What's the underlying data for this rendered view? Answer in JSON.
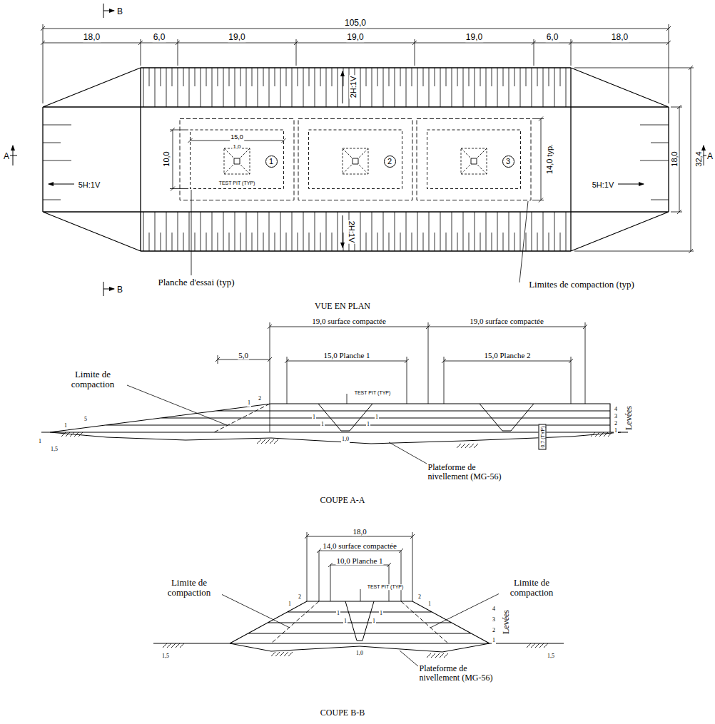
{
  "diagram": {
    "nodes": [
      {
        "text": [
          "1"
        ]
      },
      {
        "text": [
          "2"
        ]
      },
      {
        "text": [
          "3"
        ]
      },
      {
        "text": [
          "0,7 (TYP)"
        ]
      }
    ],
    "labels": [
      "B",
      "B",
      "A",
      "A",
      "105,0",
      "18,0",
      "6,0",
      "19,0",
      "19,0",
      "19,0",
      "6,0",
      "18,0",
      "15,0",
      "1,0",
      "10,0",
      "TEST PIT (TYP)",
      "14,0 typ.",
      "18,0",
      "32,4",
      "5H:1V",
      "5H:1V",
      "2H:1V",
      "2H:1V",
      "Planche d'essai (typ)",
      "Limites de compaction (typ)",
      "VUE EN PLAN",
      "19,0 surface compactée",
      "19,0 surface compactée",
      "5,0",
      "15,0 Planche 1",
      "15,0 Planche 2",
      "Limite de compaction",
      "TEST PIT (TYP)",
      "5",
      "1",
      "2",
      "1",
      "1",
      "1",
      "1",
      "1",
      "1,0",
      "4",
      "3",
      "2",
      "1",
      "Levées",
      "1",
      "1,5",
      "Plateforme de nivellement (MG-56)",
      "COUPE A-A",
      "18,0",
      "14,0 surface compactée",
      "10,0 Planche 1",
      "Limite de compaction",
      "Limite de compaction",
      "TEST PIT (TYP)",
      "2",
      "1",
      "2",
      "1",
      "1",
      "1",
      "1",
      "1",
      "4",
      "3",
      "2",
      "1",
      "Levées",
      "1,0",
      "1,5",
      "1,5",
      "Plateforme de nivellement (MG-56)",
      "COUPE B-B"
    ]
  }
}
